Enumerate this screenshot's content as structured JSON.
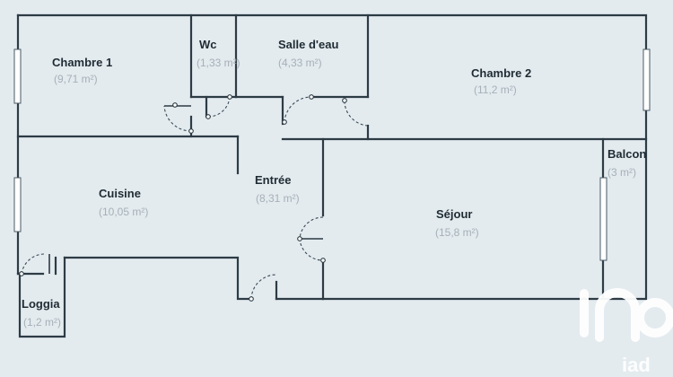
{
  "rooms": {
    "chambre1": {
      "name": "Chambre 1",
      "area": "(9,71 m²)"
    },
    "wc": {
      "name": "Wc",
      "area": "(1,33 m²)"
    },
    "salle_eau": {
      "name": "Salle d'eau",
      "area": "(4,33 m²)"
    },
    "chambre2": {
      "name": "Chambre 2",
      "area": "(11,2 m²)"
    },
    "balcon": {
      "name": "Balcon",
      "area": "(3 m²)"
    },
    "cuisine": {
      "name": "Cuisine",
      "area": "(10,05 m²)"
    },
    "entree": {
      "name": "Entrée",
      "area": "(8,31 m²)"
    },
    "sejour": {
      "name": "Séjour",
      "area": "(15,8 m²)"
    },
    "loggia": {
      "name": "Loggia",
      "area": "(1,2 m²)"
    }
  },
  "watermark": {
    "logo_text": "iad",
    "logo_icon": "iad-logo-icon"
  },
  "colors": {
    "background": "#e3ebef",
    "wall": "#2d3b44",
    "label": "#1f2b33",
    "area": "#a6b0b7"
  }
}
